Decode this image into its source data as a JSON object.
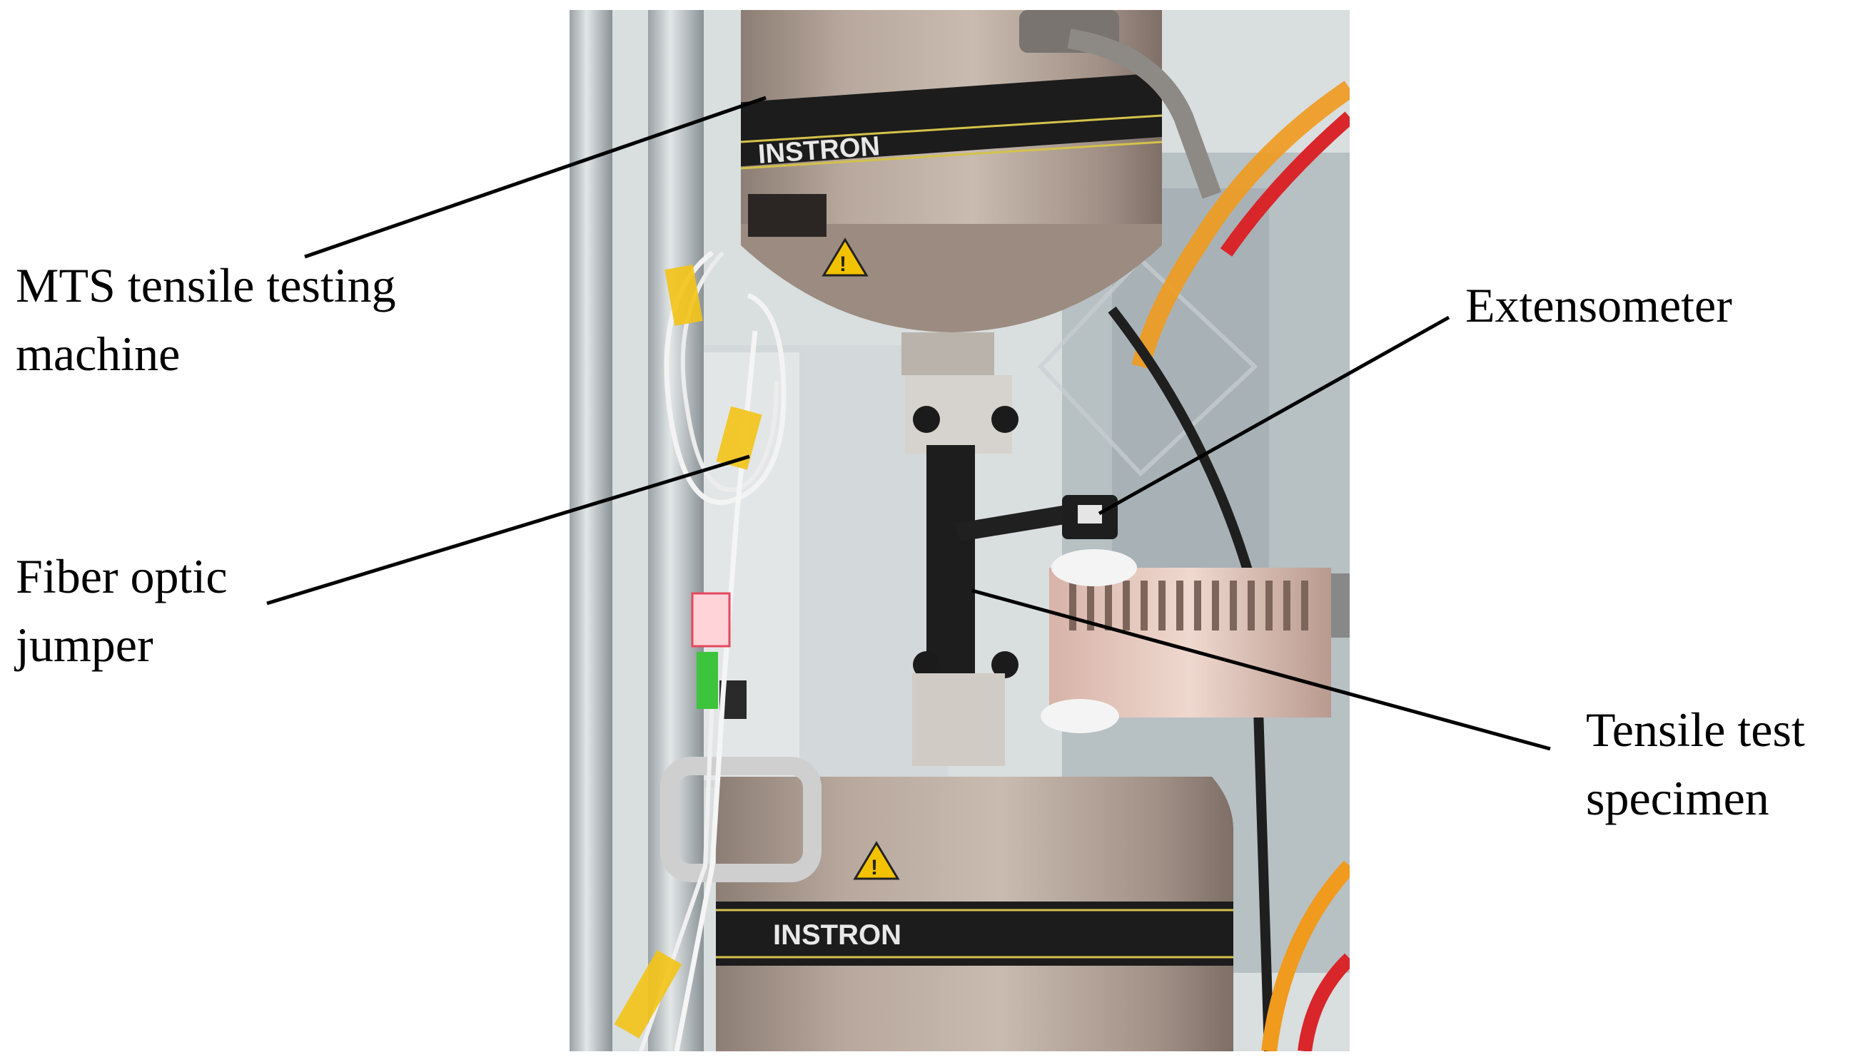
{
  "labels": {
    "mts": [
      "MTS tensile testing",
      "machine"
    ],
    "fiber": [
      "Fiber optic",
      "jumper"
    ],
    "extensometer": [
      "Extensometer"
    ],
    "specimen": [
      "Tensile test",
      "specimen"
    ]
  },
  "photo_text": {
    "brand_top": "INSTRON",
    "brand_bottom": "INSTRON"
  },
  "colors": {
    "steel": "#b09f94",
    "steel_dark": "#7f7068",
    "band": "#1c1c1c",
    "band_stripe": "#d4c24a",
    "warning": "#f2c200",
    "cable_orange": "#f09a1e",
    "cable_red": "#d8262b",
    "tape_yellow": "#f3c316",
    "leader": "#000000"
  }
}
